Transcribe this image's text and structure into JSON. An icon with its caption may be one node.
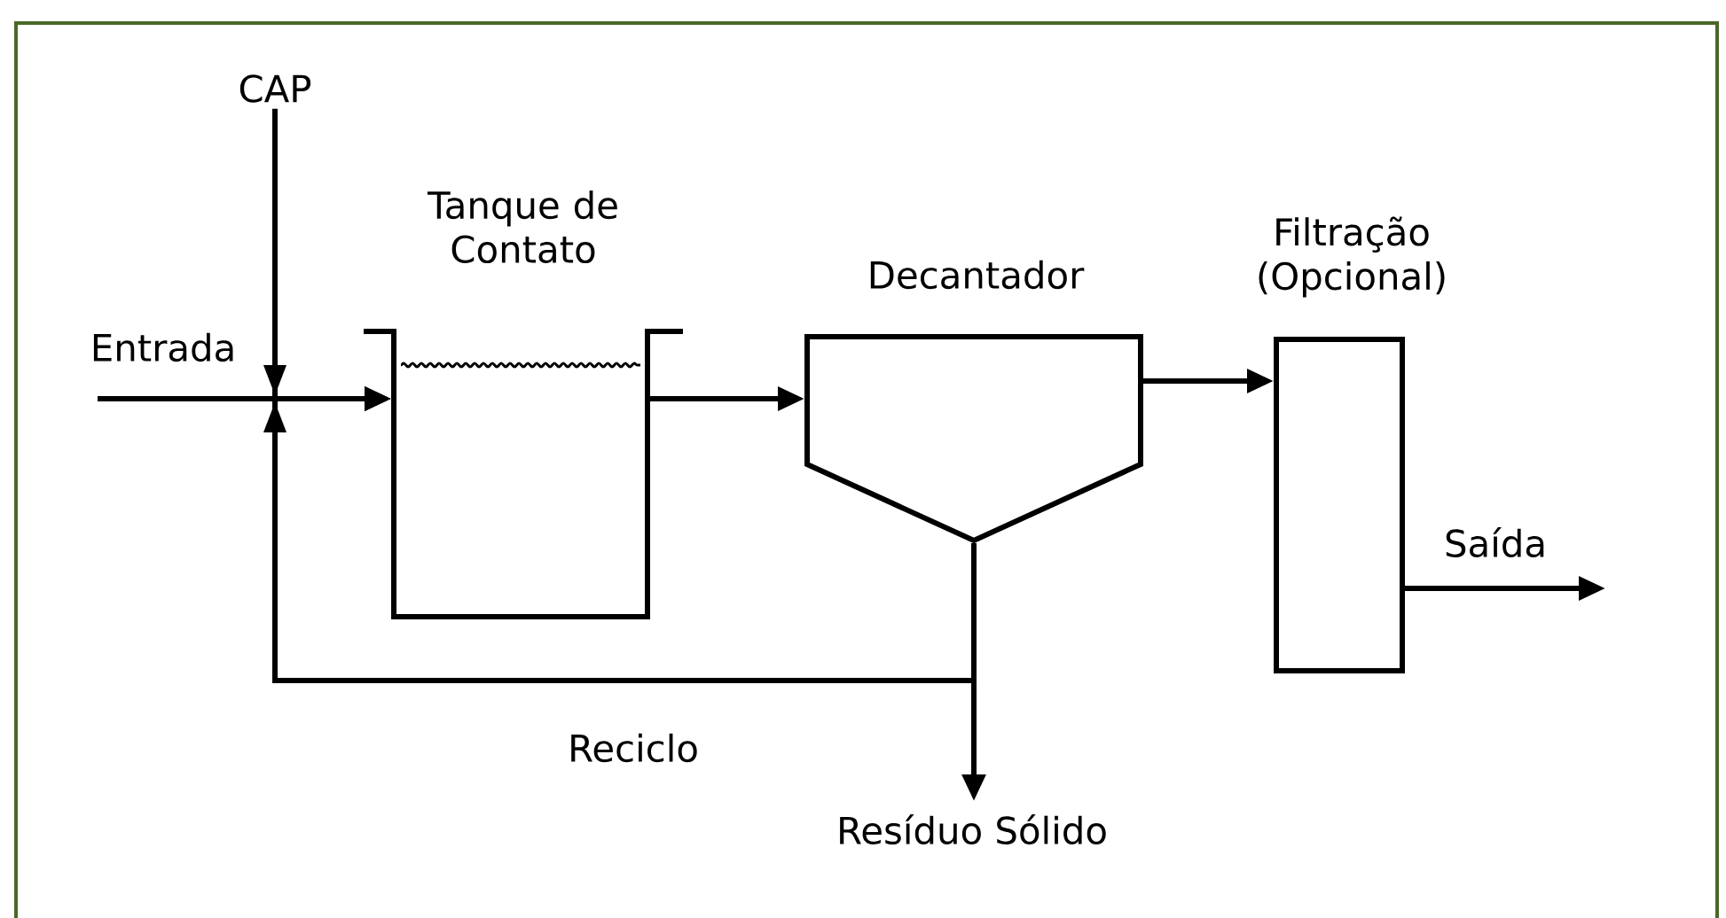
{
  "diagram": {
    "nodes": [
      {
        "text": [
          "CAP"
        ]
      },
      {
        "text": [
          "Tanque de Contato"
        ]
      },
      {
        "text": [
          "Decantador"
        ]
      },
      {
        "text": [
          "Filtração (Opcional)"
        ]
      }
    ],
    "edges": [
      {
        "from": 0,
        "to": 1,
        "arrow": "to"
      },
      {
        "from": null,
        "to": 1,
        "arrow": "to",
        "label": "Entrada"
      },
      {
        "from": 1,
        "to": 2,
        "arrow": "to"
      },
      {
        "from": 2,
        "to": 3,
        "arrow": "to"
      },
      {
        "from": 3,
        "to": null,
        "arrow": "to",
        "label": "Saída"
      },
      {
        "from": 2,
        "to": null,
        "arrow": "to",
        "label": "Resíduo Sólido"
      },
      {
        "from": 2,
        "to": 1,
        "arrow": "to",
        "label": "Reciclo"
      }
    ]
  }
}
